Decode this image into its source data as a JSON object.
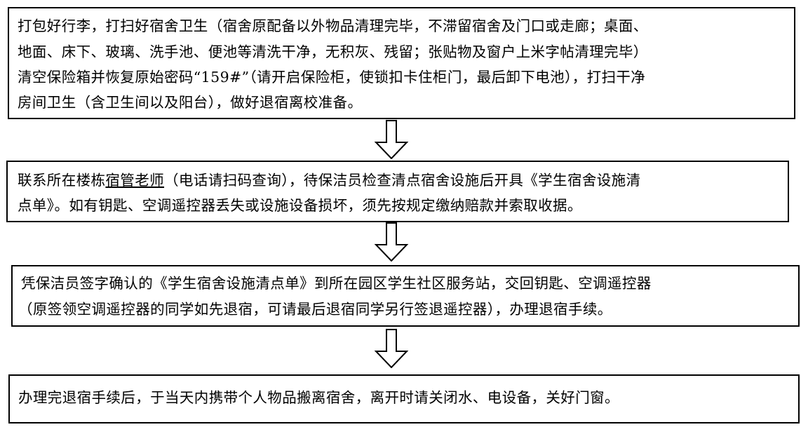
{
  "steps": [
    {
      "lines": [
        "打包好行李，打扫好宿舍卫生（宿舍原配备以外物品清理完毕，不滞留宿舍及门口或走廊；桌面、",
        "地面、床下、玻璃、洗手池、便池等清洗干净，无积灰、残留；张贴物及窗户上米字帖清理完毕）",
        "清空保险箱并恢复原始密码“159#”（请开启保险柜，使锁扣卡住柜门，最后卸下电池），打扫干净",
        "房间卫生（含卫生间以及阳台），做好退宿离校准备。"
      ]
    },
    {
      "line1_pre": "联系所在楼栋",
      "line1_link": "宿管老师",
      "line1_post": "（电话请扫码查询），待保洁员检查清点宿舍设施后开具《学生宿舍设施清",
      "line2": "点单》。如有钥匙、空调遥控器丢失或设施设备损坏，须先按规定缴纳赔款并索取收据。"
    },
    {
      "lines": [
        "凭保洁员签字确认的《学生宿舍设施清点单》到所在园区学生社区服务站，交回钥匙、空调遥控器",
        "（原签领空调遥控器的同学如先退宿，可请最后退宿同学另行签退遥控器），办理退宿手续。"
      ]
    },
    {
      "lines": [
        "办理完退宿手续后，于当天内携带个人物品搬离宿舍，离开时请关闭水、电设备，关好门窗。"
      ]
    }
  ]
}
